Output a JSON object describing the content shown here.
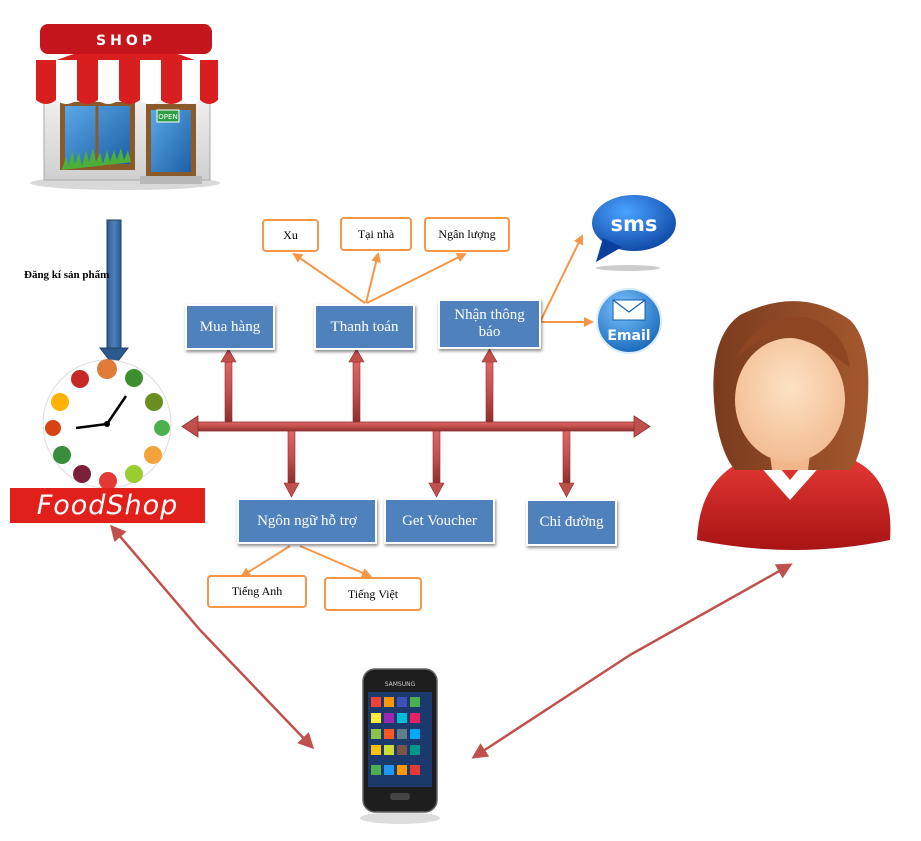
{
  "shop": {
    "sign": "SHOP",
    "door_sign": "OPEN"
  },
  "register_label": "Đăng kí sản phẩm",
  "brand": "FoodShop",
  "top_functions": [
    "Mua hàng",
    "Thanh toán",
    "Nhận thông báo"
  ],
  "bottom_functions": [
    "Ngôn ngữ hỗ trợ",
    "Get Voucher",
    "Chỉ đường"
  ],
  "payment_options": [
    "Xu",
    "Tại nhà",
    "Ngân lượng"
  ],
  "languages": [
    "Tiếng Anh",
    "Tiếng Việt"
  ],
  "notify": {
    "sms": "sms",
    "email": "Email"
  },
  "phone_brand": "SAMSUNG",
  "colors": {
    "box_fill": "#4f81bd",
    "option_border": "#f79646",
    "axis_red": "#c0504d",
    "brand_red": "#e1201b"
  }
}
